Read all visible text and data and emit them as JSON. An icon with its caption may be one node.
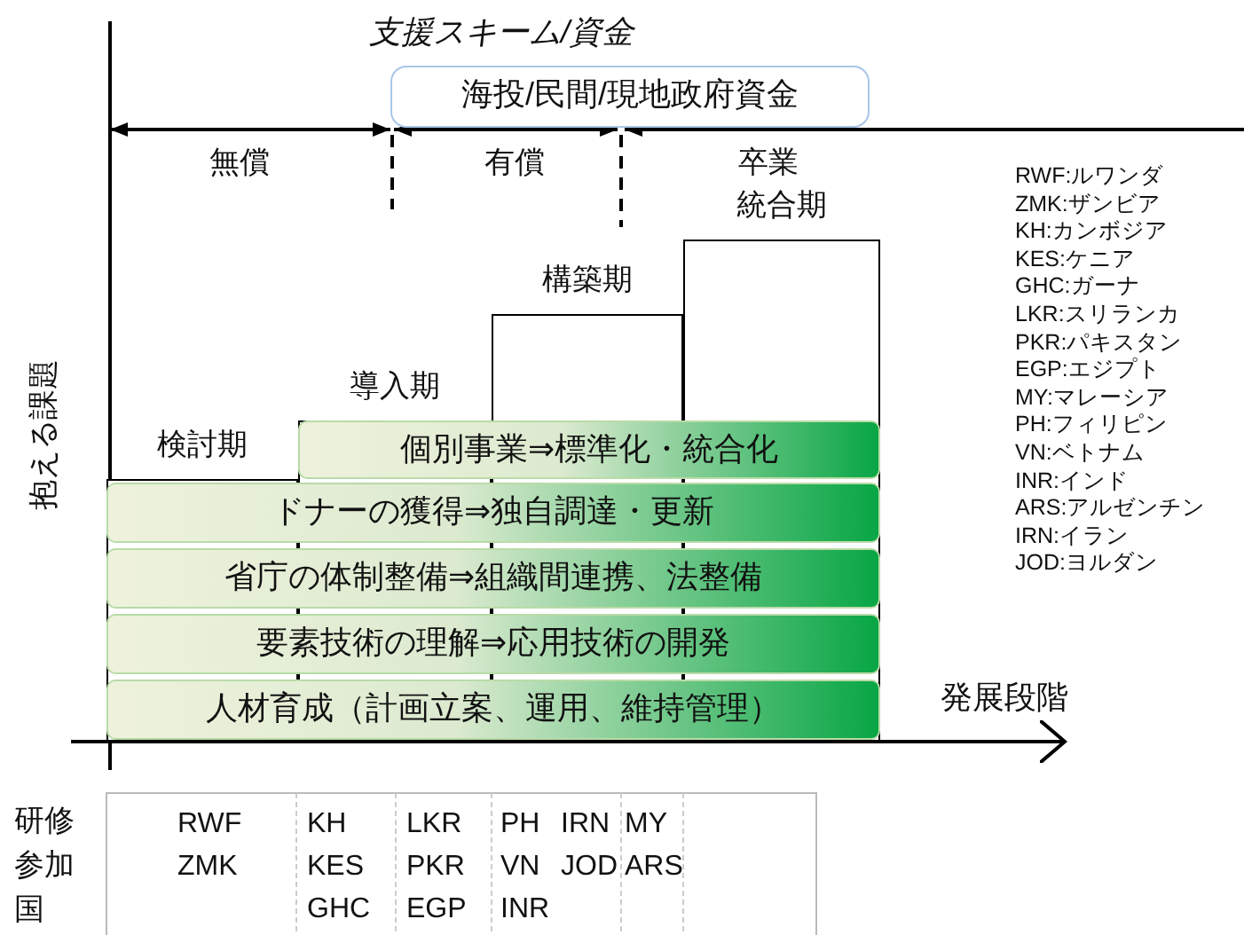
{
  "diagram": {
    "nodes": [
      {
        "text": [
          "支援スキーム/資金",
          "海投/民間/現地政府資金"
        ]
      },
      {
        "text": [
          "検討期"
        ]
      },
      {
        "text": [
          "導入期"
        ]
      },
      {
        "text": [
          "構築期"
        ]
      },
      {
        "text": [
          "統合期"
        ]
      },
      {
        "text": [
          "個別事業⇒標準化・統合化"
        ]
      },
      {
        "text": [
          "ドナーの獲得⇒独自調達・更新"
        ]
      },
      {
        "text": [
          "省庁の体制整備⇒組織間連携、法整備"
        ]
      },
      {
        "text": [
          "要素技術の理解⇒応用技術の開発"
        ]
      },
      {
        "text": [
          "人材育成（計画立案、運用、維持管理）"
        ]
      }
    ],
    "labels": [
      "無償",
      "有償",
      "卒業",
      "抱える課題",
      "発展段階",
      "研修参加国",
      "RWF",
      "KH",
      "LKR",
      "PH",
      "IRN",
      "MY",
      "ZMK",
      "KES",
      "PKR",
      "VN",
      "JOD",
      "ARS",
      "GHC",
      "EGP",
      "INR",
      "RWF:ルワンダ",
      "ZMK:ザンビア",
      "KH:カンボジア",
      "KES:ケニア",
      "GHC:ガーナ",
      "LKR:スリランカ",
      "PKR:パキスタン",
      "EGP:エジプト",
      "MY:マレーシア",
      "PH:フィリピン",
      "VN:ベトナム",
      "INR:インド",
      "ARS:アルゼンチン",
      "IRN:イラン",
      "JOD:ヨルダン"
    ]
  }
}
